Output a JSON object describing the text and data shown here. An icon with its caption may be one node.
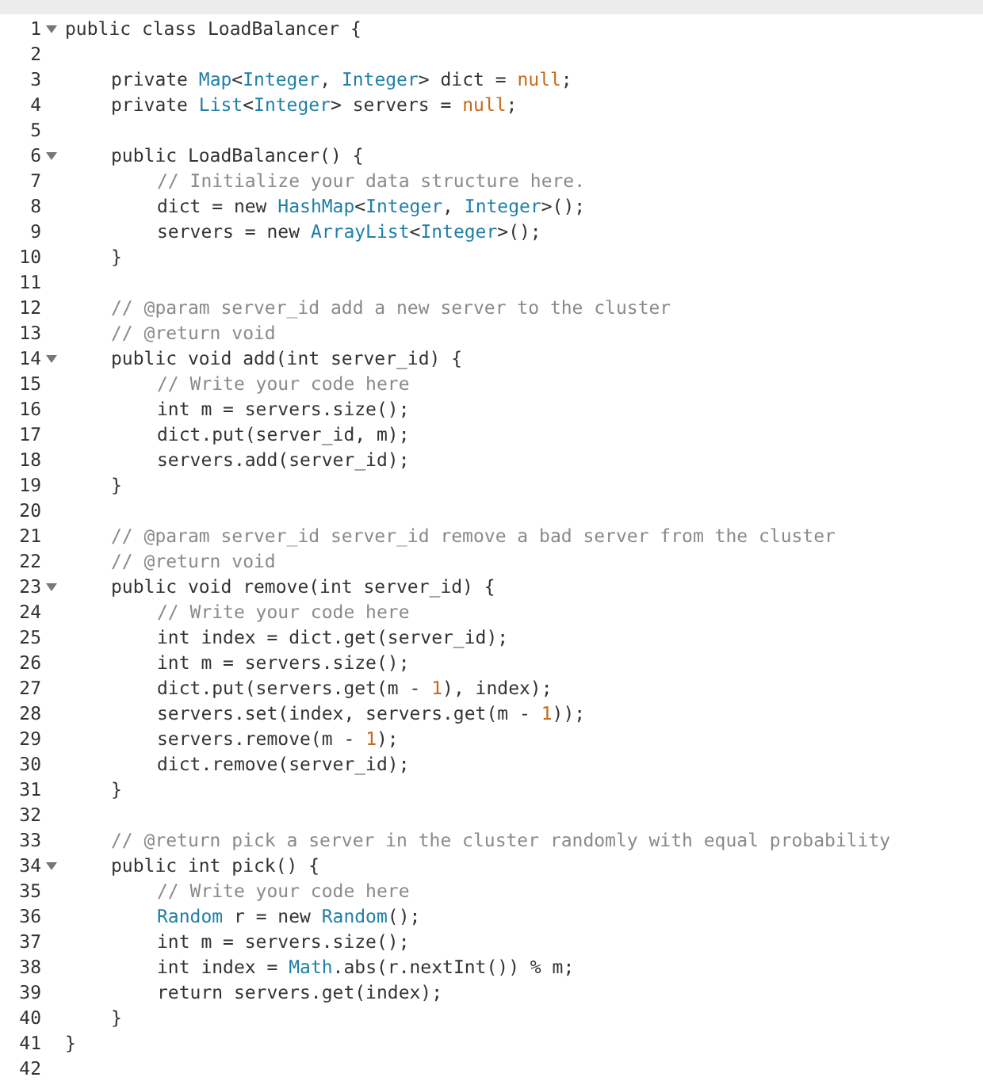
{
  "diagram": {
    "labels": [
      "1",
      "public class LoadBalancer {",
      "2",
      "3",
      "private Map<Integer, Integer> dict = null;",
      "4",
      "private List<Integer> servers = null;",
      "5",
      "6",
      "public LoadBalancer() {",
      "7",
      "// Initialize your data structure here.",
      "8",
      "dict = new HashMap<Integer, Integer>();",
      "9",
      "servers = new ArrayList<Integer>();",
      "10",
      "}",
      "11",
      "12",
      "// @param server_id add a new server to the cluster",
      "13",
      "// @return void",
      "14",
      "public void add(int server_id) {",
      "15",
      "// Write your code here",
      "16",
      "int m = servers.size();",
      "17",
      "dict.put(server_id, m);",
      "18",
      "servers.add(server_id);",
      "19",
      "}",
      "20",
      "21",
      "// @param server_id server_id remove a bad server from the cluster",
      "22",
      "// @return void",
      "23",
      "public void remove(int server_id) {",
      "24",
      "// Write your code here",
      "25",
      "int index = dict.get(server_id);",
      "26",
      "int m = servers.size();",
      "27",
      "dict.put(servers.get(m - 1), index);",
      "28",
      "servers.set(index, servers.get(m - 1));",
      "29",
      "servers.remove(m - 1);",
      "30",
      "dict.remove(server_id);",
      "31",
      "}",
      "32",
      "33",
      "// @return pick a server in the cluster randomly with equal probability",
      "34",
      "public int pick() {",
      "35",
      "// Write your code here",
      "36",
      "Random r = new Random();",
      "37",
      "int m = servers.size();",
      "38",
      "int index = Math.abs(r.nextInt()) % m;",
      "39",
      "return servers.get(index);",
      "40",
      "}",
      "41",
      "}",
      "42"
    ]
  }
}
